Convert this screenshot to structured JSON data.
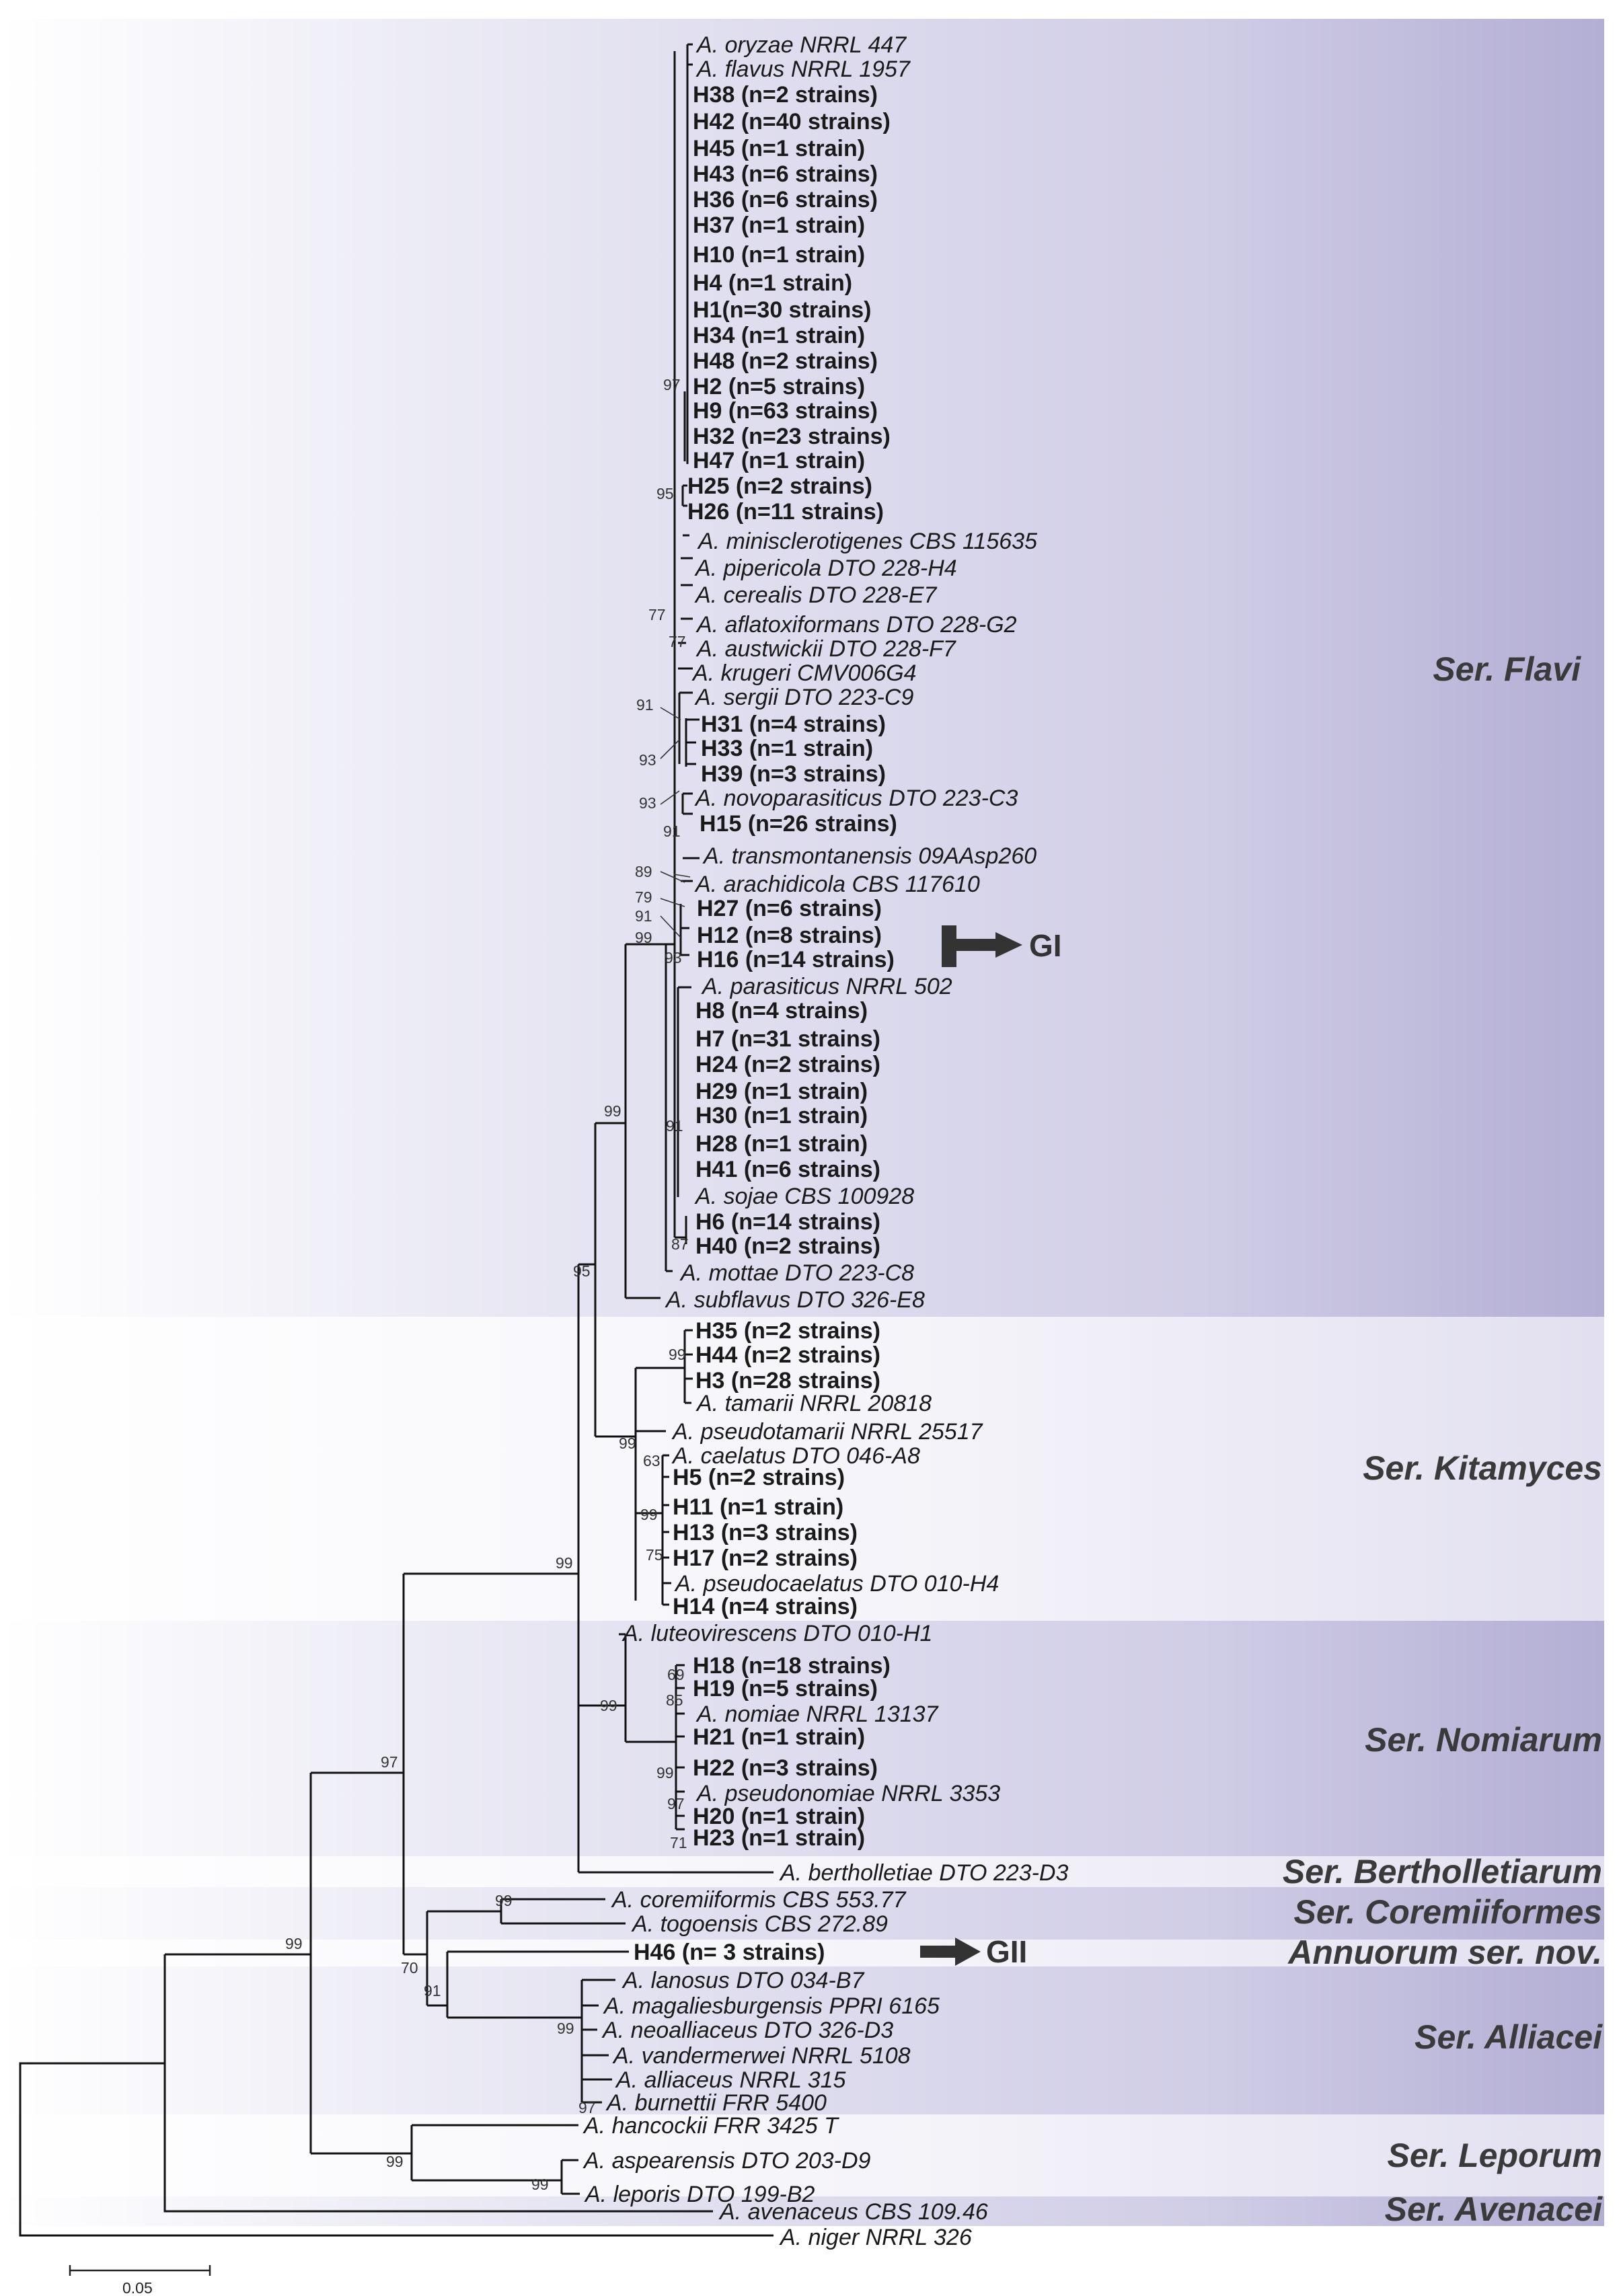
{
  "tree": {
    "taxa": {
      "oryzae": "A. oryzae NRRL 447",
      "flavus": "A. flavus NRRL 1957",
      "h38": "H38 (n=2 strains)",
      "h42": "H42 (n=40 strains)",
      "h45": "H45 (n=1 strain)",
      "h43": "H43 (n=6 strains)",
      "h36": "H36 (n=6 strains)",
      "h37": "H37 (n=1 strain)",
      "h10": "H10 (n=1 strain)",
      "h4": "H4 (n=1 strain)",
      "h1": "H1(n=30 strains)",
      "h34": "H34 (n=1 strain)",
      "h48": "H48 (n=2 strains)",
      "h2": "H2 (n=5 strains)",
      "h9": "H9 (n=63 strains)",
      "h32": "H32 (n=23 strains)",
      "h47": "H47 (n=1 strain)",
      "h25": "H25 (n=2 strains)",
      "h26": "H26 (n=11 strains)",
      "minisclerotigenes": "A. minisclerotigenes CBS 115635",
      "pipericola": "A. pipericola DTO 228-H4",
      "cerealis": "A. cerealis DTO 228-E7",
      "aflatoxiformans": "A. aflatoxiformans DTO 228-G2",
      "austwickii": "A. austwickii DTO 228-F7",
      "krugeri": "A. krugeri CMV006G4",
      "sergii": "A. sergii DTO 223-C9",
      "h31": "H31 (n=4 strains)",
      "h33": "H33 (n=1 strain)",
      "h39": "H39 (n=3 strains)",
      "novoparasiticus": "A. novoparasiticus DTO 223-C3",
      "h15": "H15 (n=26 strains)",
      "transmontanensis": "A. transmontanensis 09AAsp260",
      "arachidicola": "A. arachidicola CBS 117610",
      "h27": "H27 (n=6 strains)",
      "h12": "H12 (n=8 strains)",
      "h16": "H16 (n=14 strains)",
      "parasiticus": "A. parasiticus NRRL 502",
      "h8": "H8 (n=4 strains)",
      "h7": "H7 (n=31 strains)",
      "h24": "H24 (n=2 strains)",
      "h29": "H29 (n=1 strain)",
      "h30": "H30 (n=1 strain)",
      "h28": "H28 (n=1 strain)",
      "h41": "H41 (n=6 strains)",
      "sojae": "A. sojae CBS 100928",
      "h6": "H6 (n=14 strains)",
      "h40": "H40 (n=2 strains)",
      "mottae": "A. mottae DTO 223-C8",
      "subflavus": "A. subflavus DTO 326-E8",
      "h35": "H35 (n=2 strains)",
      "h44": "H44 (n=2 strains)",
      "h3": "H3 (n=28 strains)",
      "tamarii": "A. tamarii NRRL 20818",
      "pseudotamarii": "A. pseudotamarii NRRL 25517",
      "caelatus": "A. caelatus DTO 046-A8",
      "h5": "H5 (n=2 strains)",
      "h11": "H11 (n=1 strain)",
      "h13": "H13 (n=3 strains)",
      "h17": "H17 (n=2 strains)",
      "pseudocaelatus": "A. pseudocaelatus DTO 010-H4",
      "h14": "H14 (n=4 strains)",
      "luteovirescens": "A. luteovirescens DTO 010-H1",
      "h18": "H18 (n=18 strains)",
      "h19": "H19 (n=5 strains)",
      "nomiae": "A. nomiae NRRL 13137",
      "h21": "H21 (n=1 strain)",
      "h22": "H22 (n=3 strains)",
      "pseudonomiae": "A. pseudonomiae NRRL 3353",
      "h20": "H20 (n=1 strain)",
      "h23": "H23 (n=1 strain)",
      "bertholletiae": "A. bertholletiae DTO 223-D3",
      "coremiiformis": "A. coremiiformis CBS 553.77",
      "togoensis": "A. togoensis CBS 272.89",
      "h46": "H46 (n= 3 strains)",
      "lanosus": "A. lanosus DTO 034-B7",
      "magaliesburgensis": "A. magaliesburgensis PPRI 6165",
      "neoalliaceus": "A. neoalliaceus DTO 326-D3",
      "vandermerwei": "A. vandermerwei NRRL 5108",
      "alliaceus": "A. alliaceus NRRL 315",
      "burnettii": "A. burnettii FRR 5400",
      "hancockii": "A. hancockii FRR 3425 T",
      "aspearensis": "A. aspearensis DTO 203-D9",
      "leporis": "A. leporis DTO 199-B2",
      "avenaceus": "A. avenaceus CBS 109.46",
      "niger": "A. niger NRRL 326"
    },
    "clades": {
      "flavi": "Ser. Flavi",
      "kitamyces": "Ser. Kitamyces",
      "nomiarum": "Ser. Nomiarum",
      "bertholletiarum": "Ser. Bertholletiarum",
      "coremiiformes": "Ser. Coremiiformes",
      "annuorum": "Annuorum ser. nov.",
      "alliacei": "Ser. Alliacei",
      "leporum": "Ser. Leporum",
      "avenacei": "Ser. Avenacei"
    },
    "groups": {
      "gi": "GI",
      "gii": "GII"
    },
    "bootstrap": {
      "b97a": "97",
      "b95a": "95",
      "b77": "77",
      "b77b": "77",
      "b91a": "91",
      "b93a": "93",
      "b93b": "93",
      "b91b": "91",
      "b89": "89",
      "b79": "79",
      "b91c": "91",
      "b99a": "99",
      "b93c": "93",
      "b99b": "99",
      "b91d": "91",
      "b87": "87",
      "b95b": "95",
      "b99c": "99",
      "b99d": "99",
      "b63": "63",
      "b99e": "99",
      "b75": "75",
      "b99f": "99",
      "b69": "69",
      "b85": "85",
      "b99g": "99",
      "b97b": "97",
      "b71": "71",
      "b97c": "97",
      "b99h": "99",
      "b70": "70",
      "b91e": "91",
      "b99i": "99",
      "b97d": "97",
      "b99j": "99",
      "b99k": "99",
      "b99l": "99"
    },
    "scale": "0.05",
    "colors": {
      "band_dark": "#b3aed4",
      "band_light": "#dcdaee",
      "band_pale": "#f4f4fa"
    }
  }
}
